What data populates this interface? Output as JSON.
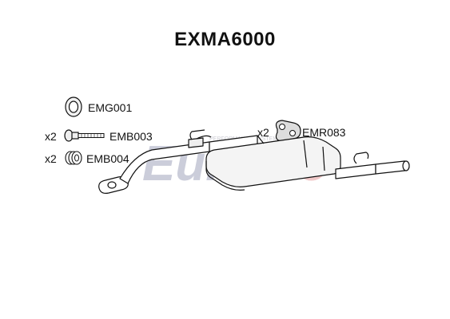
{
  "title": "EXMA6000",
  "watermark": {
    "brand_left": "Euro",
    "brand_right": "Flo",
    "tagline": "PERFORMANCE SYSTEMS",
    "color_left": "#c6c8d6",
    "color_right": "#f0c4c4"
  },
  "parts": [
    {
      "code": "EMG001",
      "qty": "",
      "icon": "gasket-ring-icon"
    },
    {
      "code": "EMB003",
      "qty": "x2",
      "icon": "bolt-icon"
    },
    {
      "code": "EMB004",
      "qty": "x2",
      "icon": "spring-icon"
    },
    {
      "code": "EMR083",
      "qty": "x2",
      "icon": "rubber-mount-icon"
    }
  ]
}
